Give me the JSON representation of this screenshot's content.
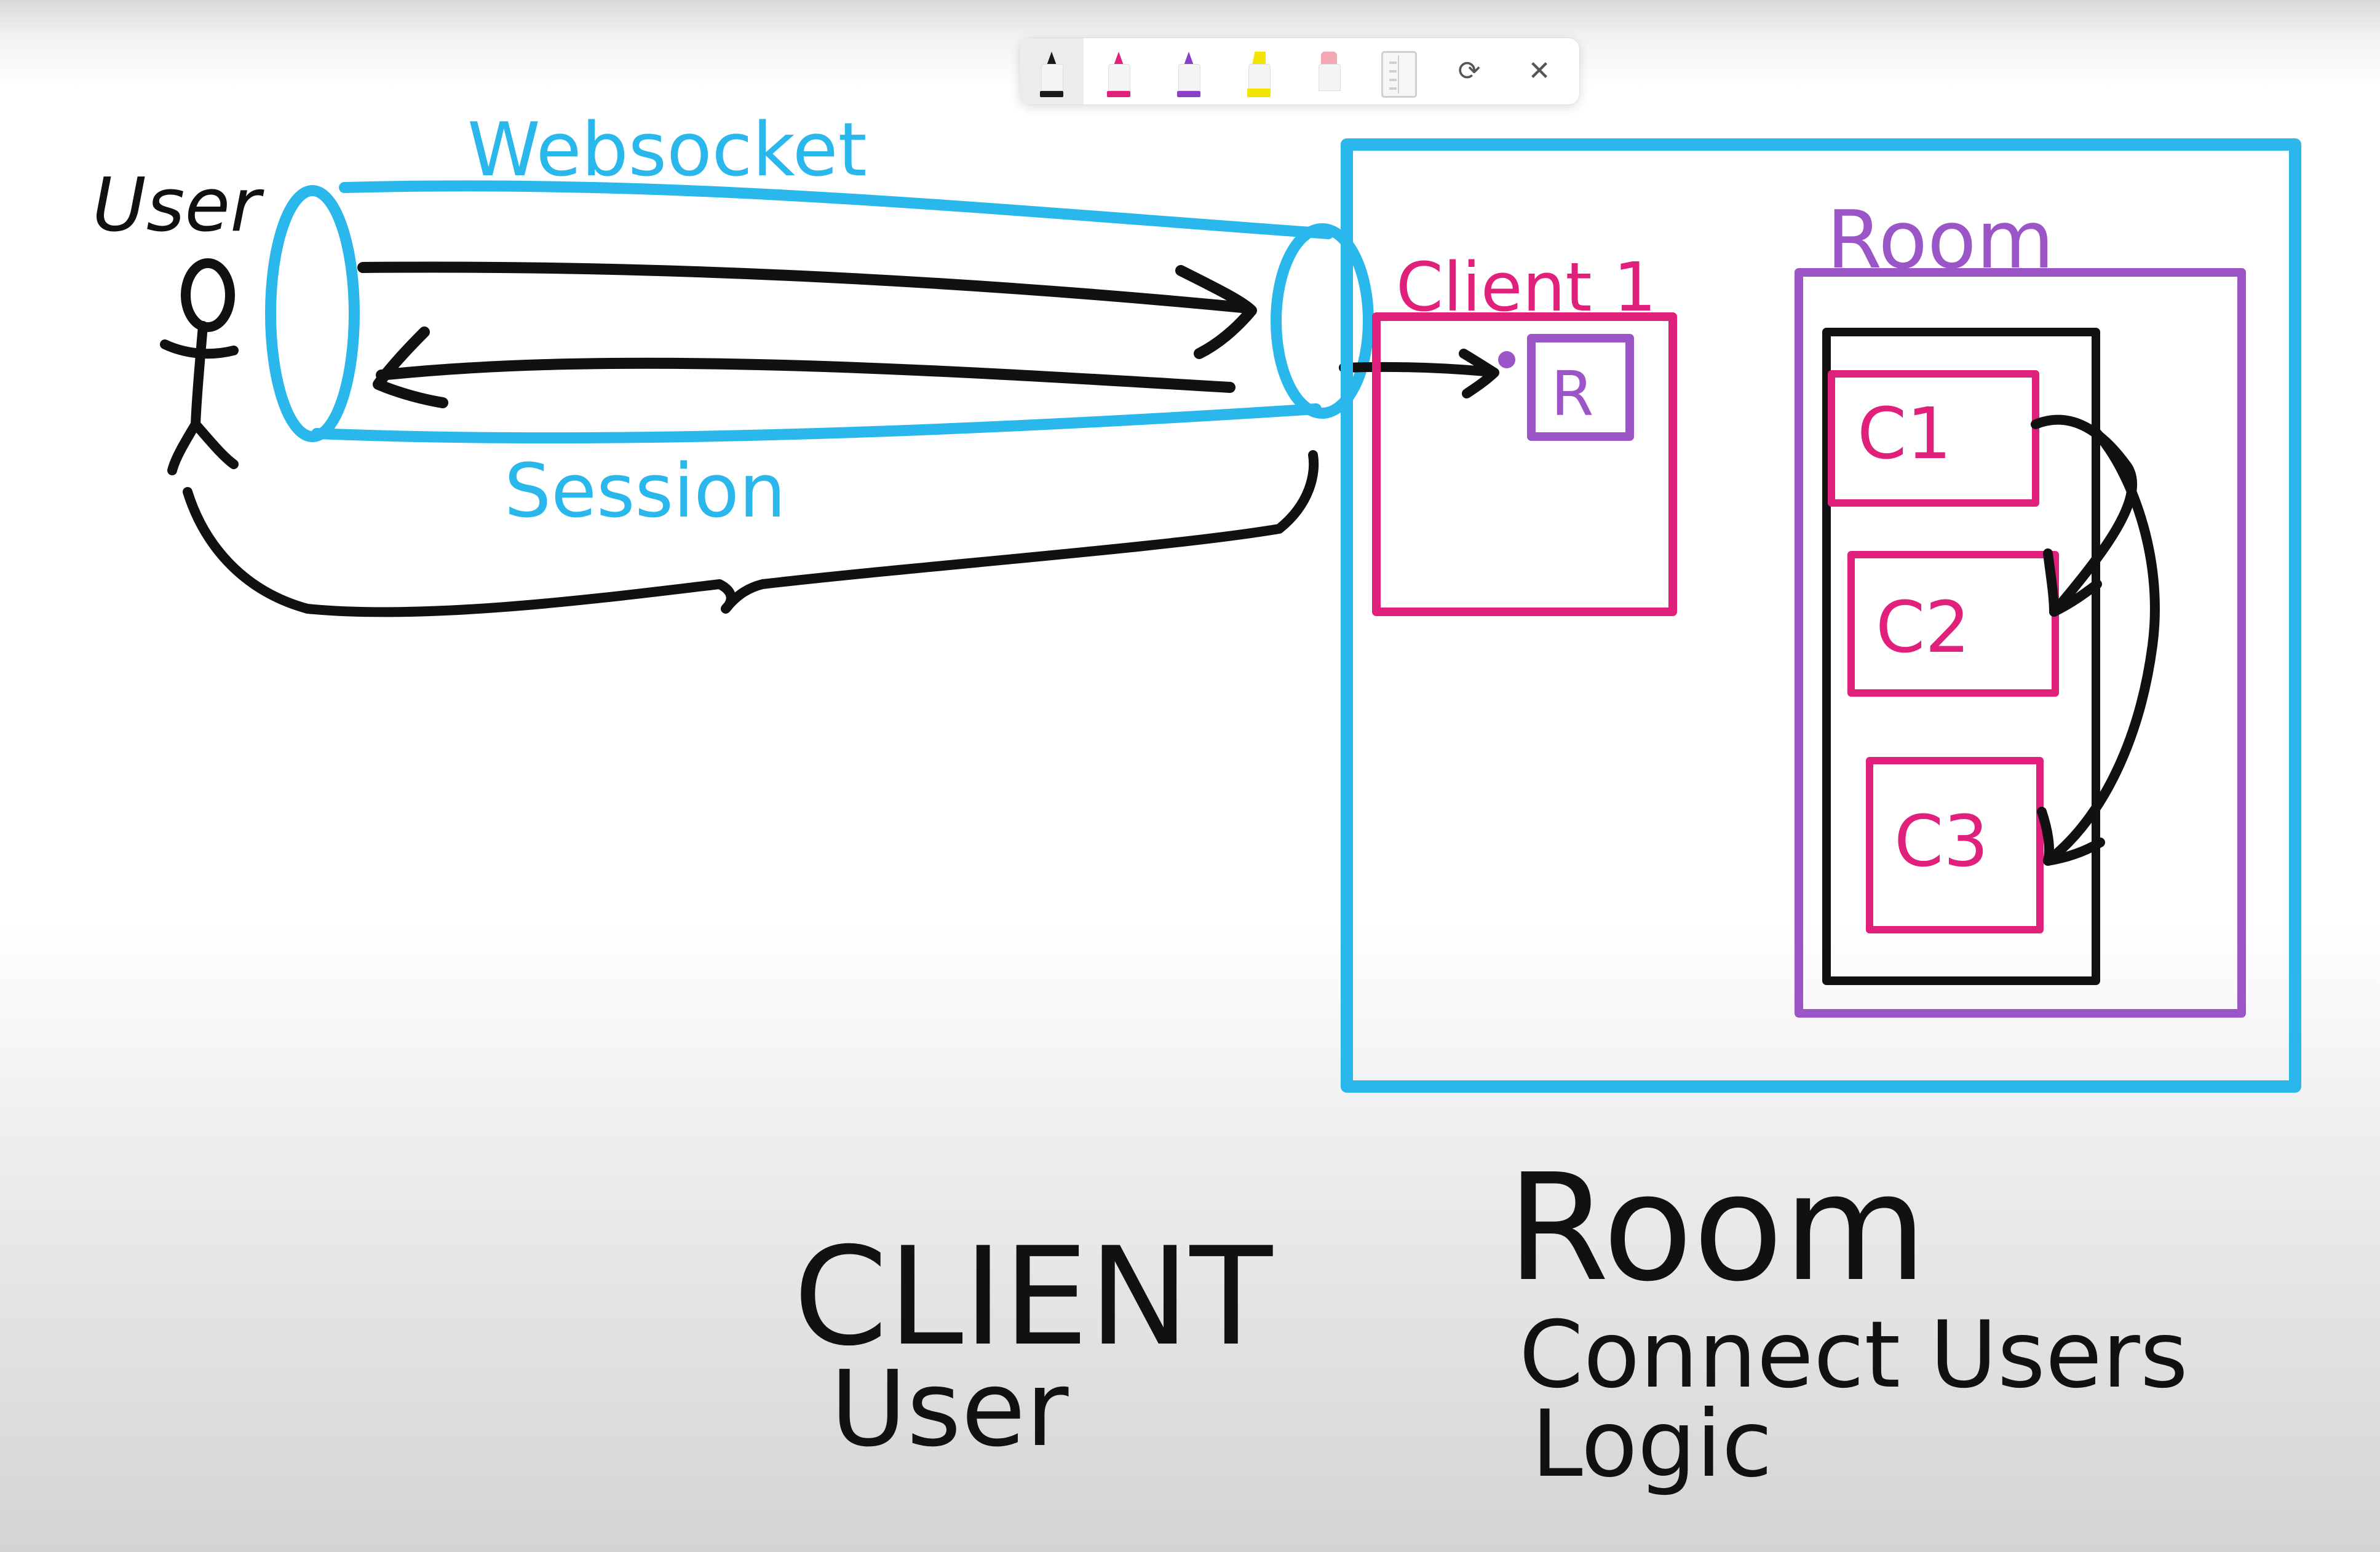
{
  "toolbar": {
    "tools": [
      {
        "name": "black-pen-tool",
        "color": "#1a1a1a"
      },
      {
        "name": "pink-pen-tool",
        "color": "#e0207a"
      },
      {
        "name": "purple-pen-tool",
        "color": "#8a3fc8"
      },
      {
        "name": "highlighter-tool",
        "color": "#f2e600"
      },
      {
        "name": "eraser-tool",
        "color": "#f4a8b4"
      }
    ],
    "ruler_icon": "ruler-icon",
    "lasso_icon": "lasso-icon",
    "close_icon": "close-icon",
    "lasso_glyph": "⟳",
    "close_glyph": "✕"
  },
  "colors": {
    "ink_black": "#111111",
    "ink_cyan": "#2ab8ec",
    "ink_pink": "#e0207a",
    "ink_purple": "#9b55c6"
  },
  "sketch": {
    "user_label": "User",
    "websocket_label": "Websocket",
    "session_label": "Session",
    "client1_label": "Client 1",
    "r_label": "R",
    "room_label": "Room",
    "c1_label": "C1",
    "c2_label": "C2",
    "c3_label": "C3",
    "notes": {
      "client_title": "CLIENT",
      "client_line": "User",
      "room_title": "Room",
      "room_line1": "Connect Users",
      "room_line2": "Logic"
    }
  }
}
